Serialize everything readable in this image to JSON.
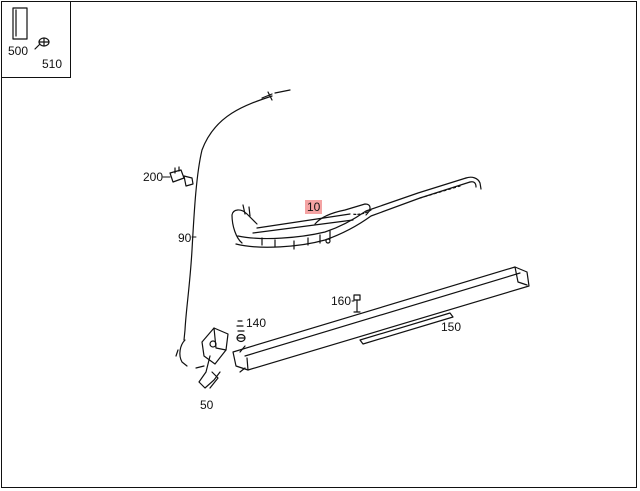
{
  "diagram": {
    "highlight_color": "#f4a3a3",
    "inset_labels": {
      "bracket": "500",
      "screw": "510"
    },
    "part_labels": {
      "p10": "10",
      "p50": "50",
      "p90": "90",
      "p140": "140",
      "p150": "150",
      "p160": "160",
      "p200": "200"
    },
    "highlighted_part": "10"
  }
}
